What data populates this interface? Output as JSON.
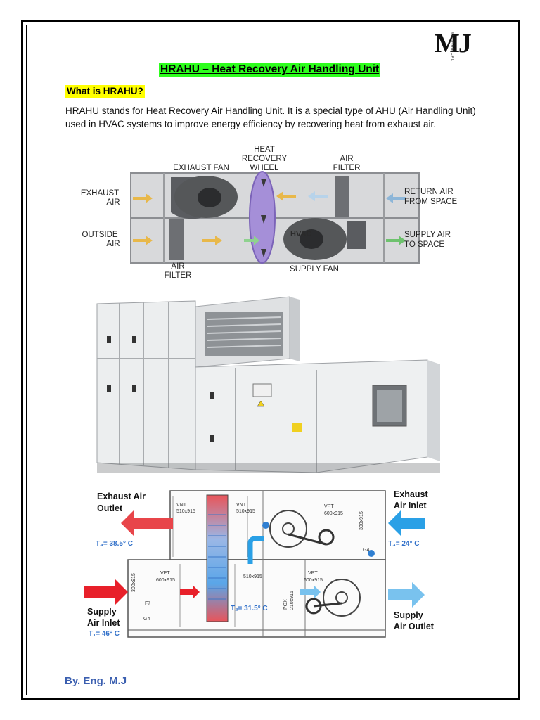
{
  "logo": {
    "text": "MJ",
    "sub": "MECHANICAL"
  },
  "title": "HRAHU – Heat Recovery Air Handling Unit",
  "subhead": "What is HRAHU?",
  "paragraph": "HRAHU stands for Heat Recovery Air Handling Unit. It is a special type of AHU (Air Handling Unit) used in HVAC systems to improve energy efficiency by recovering heat from exhaust air.",
  "diagram1": {
    "heat_wheel_1": "HEAT",
    "heat_wheel_2": "RECOVERY",
    "heat_wheel_3": "WHEEL",
    "exhaust_fan": "EXHAUST FAN",
    "air_filter_top_1": "AIR",
    "air_filter_top_2": "FILTER",
    "exhaust_air_1": "EXHAUST",
    "exhaust_air_2": "AIR",
    "return_air_1": "RETURN AIR",
    "return_air_2": "FROM SPACE",
    "outside_air_1": "OUTSIDE",
    "outside_air_2": "AIR",
    "supply_air_1": "SUPPLY AIR",
    "supply_air_2": "TO SPACE",
    "air_filter_bottom_1": "AIR",
    "air_filter_bottom_2": "FILTER",
    "supply_fan": "SUPPLY FAN",
    "fan_badge": "HVAC"
  },
  "diagram2": {
    "exhaust_outlet_1": "Exhaust Air",
    "exhaust_outlet_2": "Outlet",
    "exhaust_inlet_1": "Exhaust",
    "exhaust_inlet_2": "Air Inlet",
    "t4": "T₄= 38.5° C",
    "t3": "T₃= 24° C",
    "supply_inlet_1": "Supply",
    "supply_inlet_2": "Air Inlet",
    "t1": "T₁= 46° C",
    "supply_outlet_1": "Supply",
    "supply_outlet_2": "Air Outlet",
    "t2": "T₂= 31.5° C",
    "vnt_left": "VNT",
    "vnt_left_dim": "510x915",
    "vnt_right": "VNT",
    "vnt_right_dim": "510x915",
    "vpt_top": "VPT",
    "vpt_top_dim": "600x915",
    "vpt_bl": "VPT",
    "vpt_bl_dim": "600x915",
    "vpt_br": "VPT",
    "vpt_br_dim": "600x915",
    "pox": "POX",
    "pox_dim": "210x915",
    "dim_300_a": "300x915",
    "dim_300_b": "300x915",
    "dim_510": "510x915",
    "f7": "F7",
    "g4_a": "G4",
    "g4_b": "G4"
  },
  "footer": "By. Eng. M.J",
  "colors": {
    "title_highlight": "#2efe1d",
    "subhead_highlight": "#ffff00",
    "footer": "#3b5fb0"
  }
}
